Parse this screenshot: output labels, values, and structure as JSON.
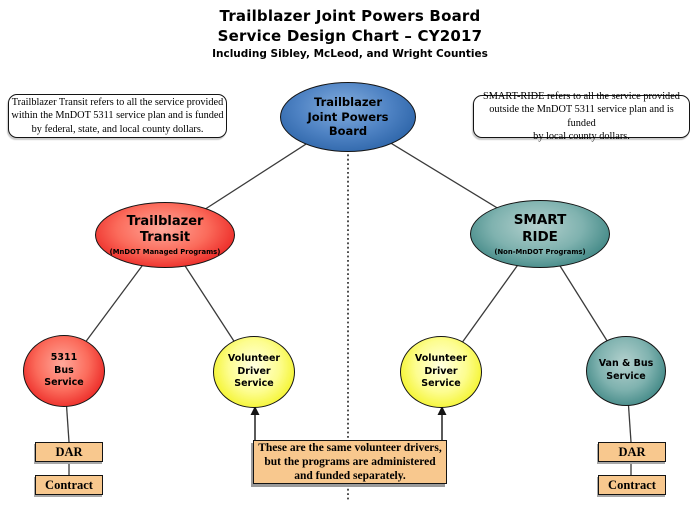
{
  "title": {
    "line1": "Trailblazer Joint Powers Board",
    "line2": "Service Design Chart – CY2017",
    "subtitle": "Including Sibley, McLeod, and Wright Counties"
  },
  "callouts": {
    "left": {
      "lines": [
        "Trailblazer Transit refers to all the service provided",
        "within the MnDOT 5311 service plan and is funded",
        "by federal, state, and local county dollars."
      ]
    },
    "right": {
      "lines": [
        "SMART-RIDE refers to all the service provided",
        "outside the MnDOT 5311 service plan and is funded",
        "by local county dollars."
      ]
    },
    "center_note": {
      "lines": [
        "These are the same volunteer drivers,",
        "but the programs are administered",
        "and funded separately."
      ]
    }
  },
  "nodes": {
    "board": {
      "lines": [
        "Trailblazer",
        "Joint Powers",
        "Board"
      ],
      "fill": "#2A62A6"
    },
    "transit": {
      "lines": [
        "Trailblazer",
        "Transit"
      ],
      "sub": "(MnDOT Managed Programs)",
      "fill": "#E81A1A"
    },
    "smart_ride": {
      "lines": [
        "SMART",
        "RIDE"
      ],
      "sub": "(Non-MnDOT Programs)",
      "fill": "#2E7B79"
    },
    "bus_5311": {
      "lines": [
        "5311",
        "Bus",
        "Service"
      ],
      "fill": "#E81A1A"
    },
    "volunteer_left": {
      "lines": [
        "Volunteer",
        "Driver",
        "Service"
      ],
      "fill": "#F0F000"
    },
    "volunteer_right": {
      "lines": [
        "Volunteer",
        "Driver",
        "Service"
      ],
      "fill": "#F0F000"
    },
    "van_bus": {
      "lines": [
        "Van & Bus",
        "Service"
      ],
      "fill": "#2E7B79"
    },
    "dar_left": {
      "label": "DAR"
    },
    "contract_left": {
      "label": "Contract"
    },
    "dar_right": {
      "label": "DAR"
    },
    "contract_right": {
      "label": "Contract"
    }
  },
  "colors": {
    "connector": "#3a3a3a",
    "orange_box_fill": "#F8C88E",
    "background": "#ffffff"
  }
}
